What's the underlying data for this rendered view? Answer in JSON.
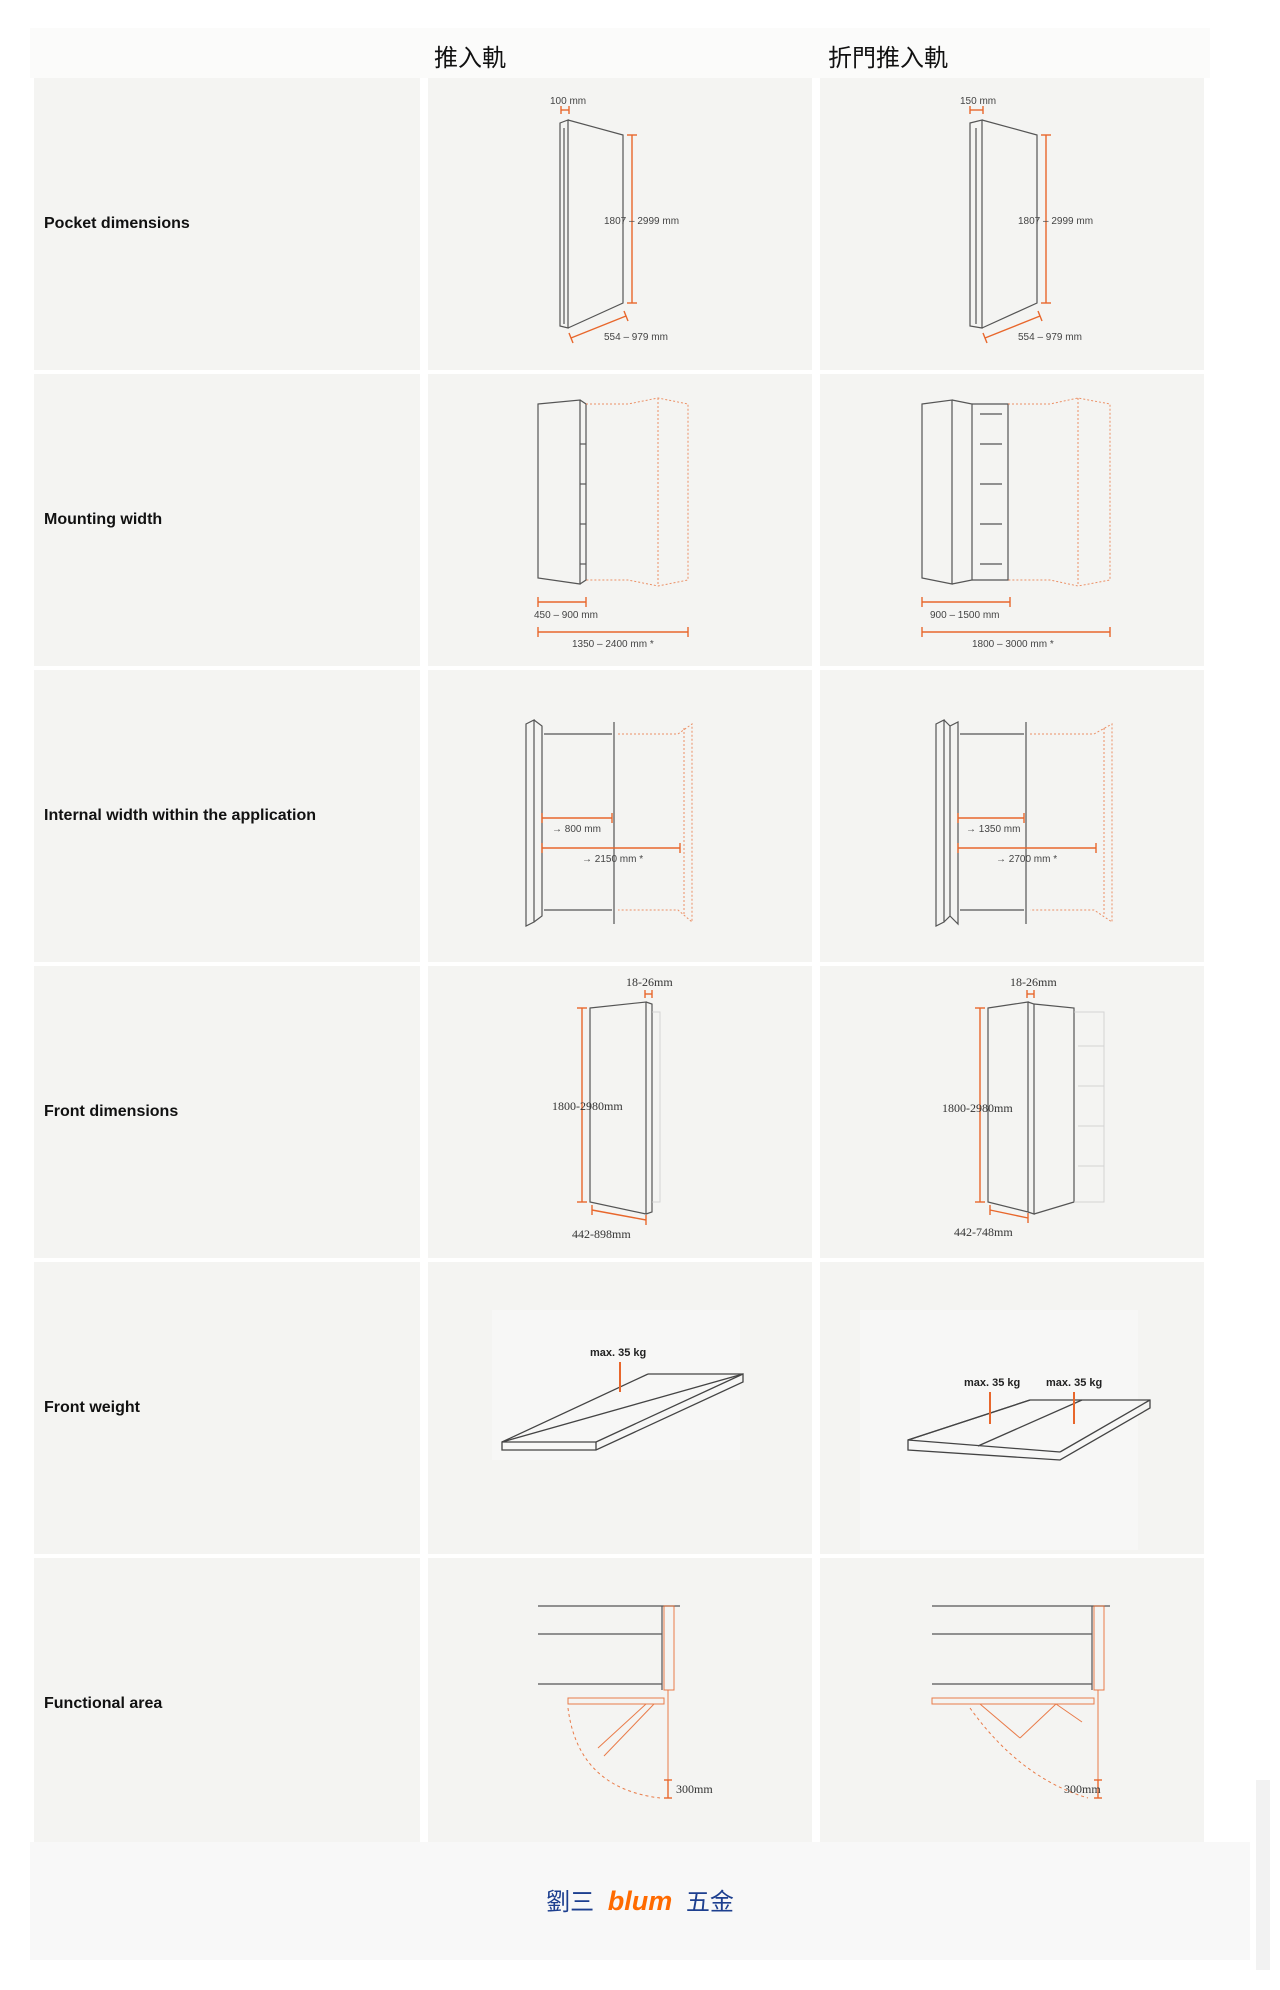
{
  "columns": {
    "first": "推入軌",
    "second": "折門推入軌"
  },
  "rows": {
    "pocket": {
      "label": "Pocket dimensions",
      "c1": {
        "depth": "100 mm",
        "height": "1807 – 2999 mm",
        "width": "554 – 979 mm"
      },
      "c2": {
        "depth": "150 mm",
        "height": "1807 – 2999 mm",
        "width": "554 – 979 mm"
      }
    },
    "mounting": {
      "label": "Mounting width",
      "c1": {
        "width": "450 – 900 mm",
        "total": "1350 – 2400 mm *"
      },
      "c2": {
        "width": "900 – 1500 mm",
        "total": "1800 – 3000 mm *"
      }
    },
    "internal": {
      "label": "Internal width within the application",
      "c1": {
        "width": "→ 800 mm",
        "total": "→ 2150 mm *"
      },
      "c2": {
        "width": "→ 1350 mm",
        "total": "→ 2700 mm *"
      }
    },
    "front": {
      "label": "Front dimensions",
      "c1": {
        "thickness": "18-26mm",
        "height": "1800-2980mm",
        "width": "442-898mm"
      },
      "c2": {
        "thickness": "18-26mm",
        "height": "1800-2980mm",
        "width": "442-748mm"
      }
    },
    "weight": {
      "label": "Front weight",
      "c1": {
        "load": "max. 35 kg"
      },
      "c2": {
        "load_a": "max. 35 kg",
        "load_b": "max. 35 kg"
      }
    },
    "functional": {
      "label": "Functional area",
      "c1": {
        "clearance": "300mm"
      },
      "c2": {
        "clearance": "300mm"
      }
    }
  },
  "footer": {
    "left": "劉三",
    "brand": "blum",
    "right": "五金"
  },
  "colors": {
    "accent": "#e8672c",
    "line": "#555555",
    "footer_text": "#1d3f8f"
  }
}
